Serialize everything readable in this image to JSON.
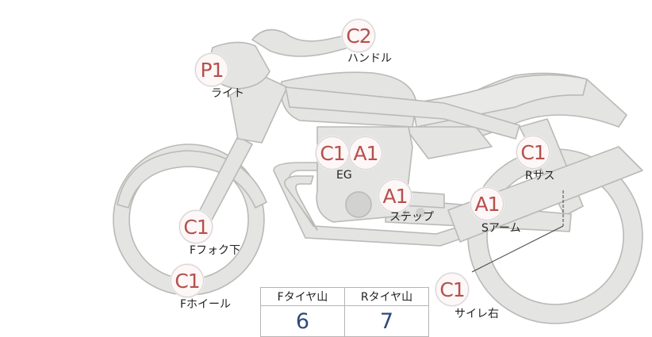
{
  "markers": [
    {
      "id": "handle",
      "code": "C2",
      "label": "ハンドル"
    },
    {
      "id": "light",
      "code": "P1",
      "label": "ライト"
    },
    {
      "id": "eg-c",
      "code": "C1",
      "label": ""
    },
    {
      "id": "eg-a",
      "code": "A1",
      "label": "EG"
    },
    {
      "id": "step",
      "code": "A1",
      "label": "ステップ"
    },
    {
      "id": "rsus",
      "code": "C1",
      "label": "Rサス"
    },
    {
      "id": "sarm",
      "code": "A1",
      "label": "Sアーム"
    },
    {
      "id": "fork",
      "code": "C1",
      "label": "Fフォク下"
    },
    {
      "id": "fwheel",
      "code": "C1",
      "label": "Fホイール"
    },
    {
      "id": "muffler",
      "code": "C1",
      "label": "サイレ右"
    }
  ],
  "tread": {
    "headers": [
      "Fタイヤ山",
      "Rタイヤ山"
    ],
    "values": [
      "6",
      "7"
    ]
  },
  "colors": {
    "marker_text": "#b5504d",
    "value_text": "#2f4a7a",
    "bike_fill": "#e4e4e2",
    "bike_stroke": "#b9b9b7"
  }
}
